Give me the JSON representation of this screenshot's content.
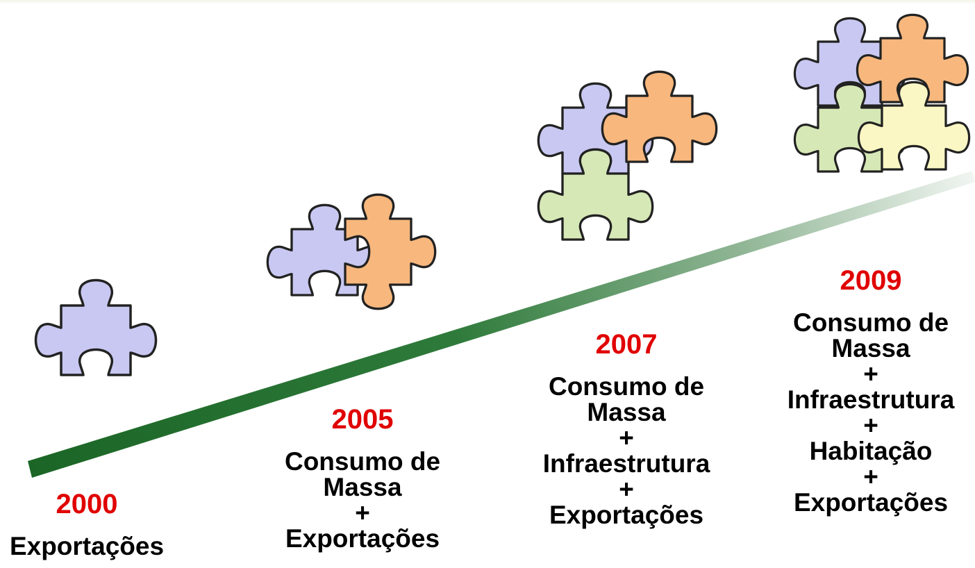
{
  "colors": {
    "year": "#e00000",
    "timeline_dark": "#1e6a2a",
    "timeline_light": "#e8efe8",
    "piece_purple": "#c8c8f2",
    "piece_orange": "#f7b77d",
    "piece_green": "#d6e8b6",
    "piece_yellow": "#fbf7c4",
    "outline": "#222222"
  },
  "icons": [
    "puzzle-piece-icon"
  ],
  "milestones": [
    {
      "year": "2000",
      "lines": [
        "Exportações"
      ]
    },
    {
      "year": "2005",
      "lines": [
        "Consumo de",
        "Massa",
        "+",
        "Exportações"
      ]
    },
    {
      "year": "2007",
      "lines": [
        "Consumo de",
        "Massa",
        "+",
        "Infraestrutura",
        "+",
        "Exportações"
      ]
    },
    {
      "year": "2009",
      "lines": [
        "Consumo de",
        "Massa",
        "+",
        "Infraestrutura",
        "+",
        "Habitação",
        "+",
        "Exportações"
      ]
    }
  ]
}
